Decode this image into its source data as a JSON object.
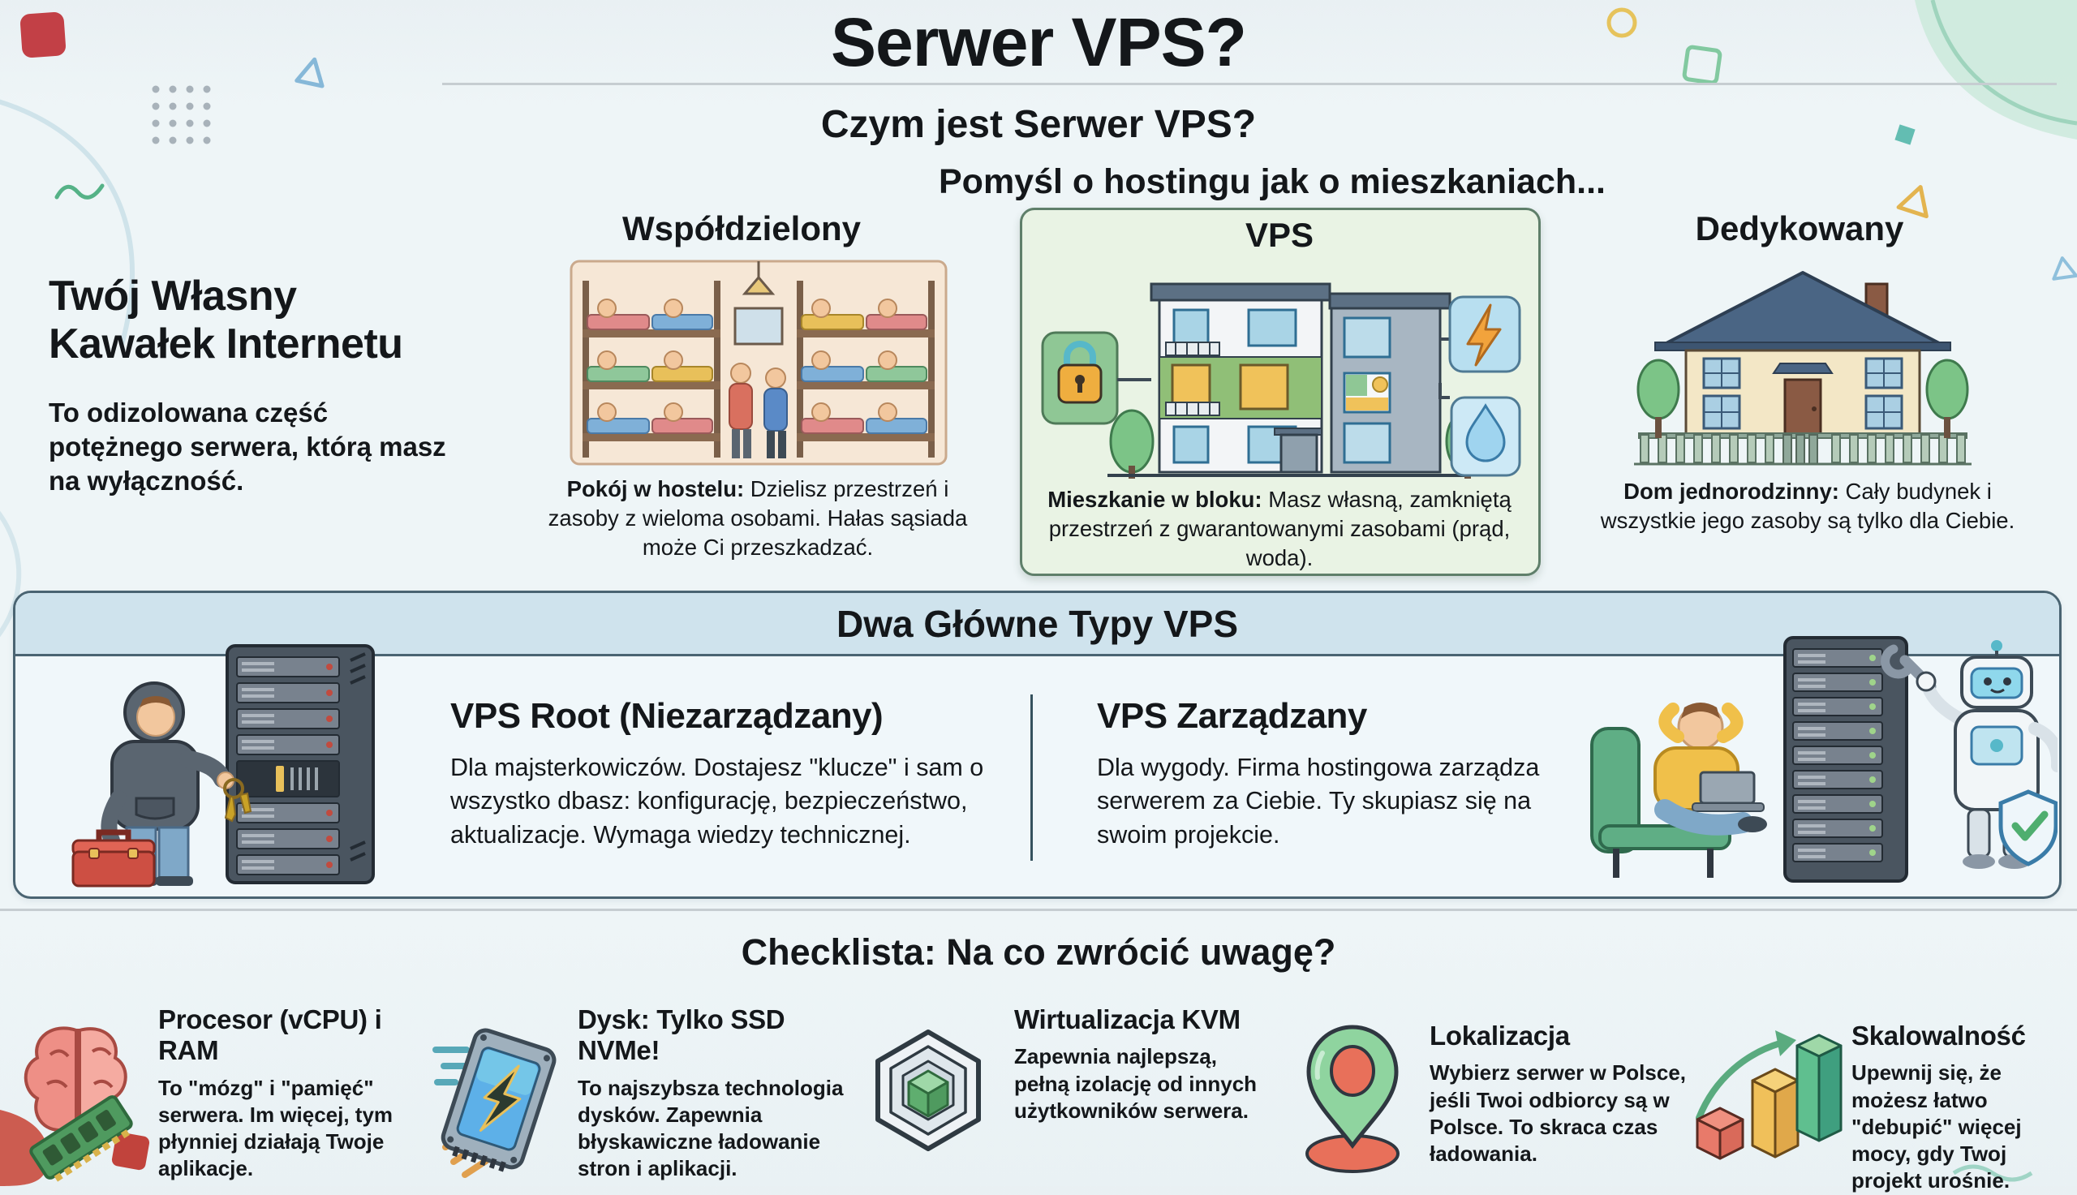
{
  "page": {
    "title": "Serwer VPS?",
    "subtitle": "Czym jest Serwer VPS?",
    "tagline": "Pomyśl o hostingu jak o mieszkaniach..."
  },
  "intro": {
    "heading": "Twój Własny Kawałek Internetu",
    "body": "To odizolowana część potężnego serwera, którą masz na wyłączność."
  },
  "housing": {
    "columns": [
      {
        "label": "Współdzielony",
        "caption_bold": "Pokój w hostelu:",
        "caption_text": "Dzielisz przestrzeń i zasoby z wieloma osobami. Hałas sąsiada może Ci przeszkadzać.",
        "illustration": "hostel-room-illustration",
        "highlighted": false
      },
      {
        "label": "VPS",
        "caption_bold": "Mieszkanie w bloku:",
        "caption_text": "Masz własną, zamkniętą przestrzeń z gwarantowanymi zasobami (prąd, woda).",
        "illustration": "apartment-building-illustration",
        "highlighted": true
      },
      {
        "label": "Dedykowany",
        "caption_bold": "Dom jednorodzinny:",
        "caption_text": "Cały budynek i wszystkie jego zasoby są tylko dla Ciebie.",
        "illustration": "family-house-illustration",
        "highlighted": false
      }
    ]
  },
  "types": {
    "title": "Dwa Główne Typy VPS",
    "items": [
      {
        "heading": "VPS Root (Niezarządzany)",
        "body": "Dla majsterkowiczów. Dostajesz \"klucze\" i sam o wszystko dbasz: konfigurację, bezpieczeństwo, aktualizacje. Wymaga wiedzy technicznej.",
        "illustration": "hooded-admin-server-illustration"
      },
      {
        "heading": "VPS Zarządzany",
        "body": "Dla wygody. Firma hostingowa zarządza serwerem za Ciebie. Ty skupiasz się na swoim projekcie.",
        "illustration": "relaxed-user-robot-illustration"
      }
    ]
  },
  "checklist": {
    "title": "Checklista: Na co zwrócić uwagę?",
    "items": [
      {
        "icon": "brain-ram-icon",
        "heading": "Procesor (vCPU) i RAM",
        "body": "To \"mózg\" i \"pamięć\" serwera. Im więcej, tym płynniej działają Twoje aplikacje."
      },
      {
        "icon": "nvme-ssd-icon",
        "heading": "Dysk: Tylko SSD NVMe!",
        "body": "To najszybsza technologia dysków. Zapewnia błyskawiczne ładowanie stron i aplikacji."
      },
      {
        "icon": "kvm-virtualization-icon",
        "heading": "Wirtualizacja KVM",
        "body": "Zapewnia najlepszą, pełną izolację od innych użytkowników serwera."
      },
      {
        "icon": "location-pin-icon",
        "heading": "Lokalizacja",
        "body": "Wybierz serwer w Polsce, jeśli Twoi odbiorcy są w Polsce. To skraca czas ładowania."
      },
      {
        "icon": "scaling-cubes-icon",
        "heading": "Skalowalność",
        "body": "Upewnij się, że możesz łatwo \"debupić\" więcej mocy, gdy Twoj projekt urośnie."
      }
    ]
  },
  "colors": {
    "background": "#eef5f7",
    "text": "#14171a",
    "vps_card_bg": "#e9f3e4",
    "vps_card_border": "#5f7f6a",
    "section_band": "#cfe3ed",
    "section_border": "#4a6472",
    "decor_red": "#c24046",
    "decor_teal": "#63bdb2",
    "decor_yellow": "#e6c35c",
    "decor_green": "#82c9a0"
  }
}
